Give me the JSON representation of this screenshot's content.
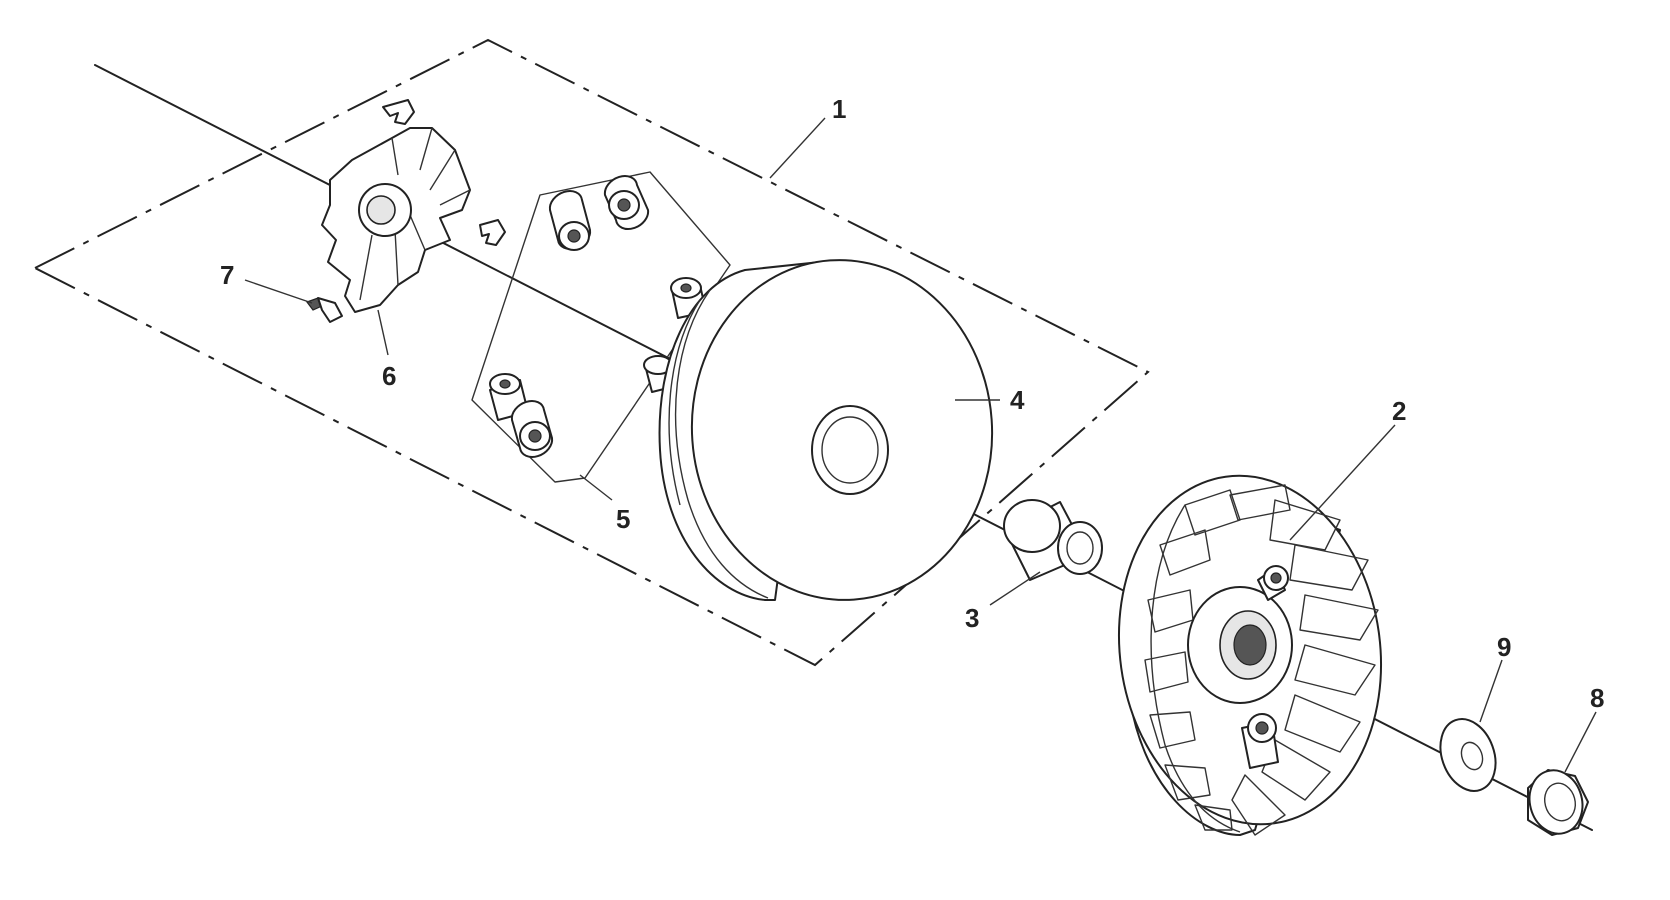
{
  "diagram": {
    "labels": {
      "p1": "1",
      "p2": "2",
      "p3": "3",
      "p4": "4",
      "p5": "5",
      "p6": "6",
      "p7": "7",
      "p8": "8",
      "p9": "9"
    }
  }
}
